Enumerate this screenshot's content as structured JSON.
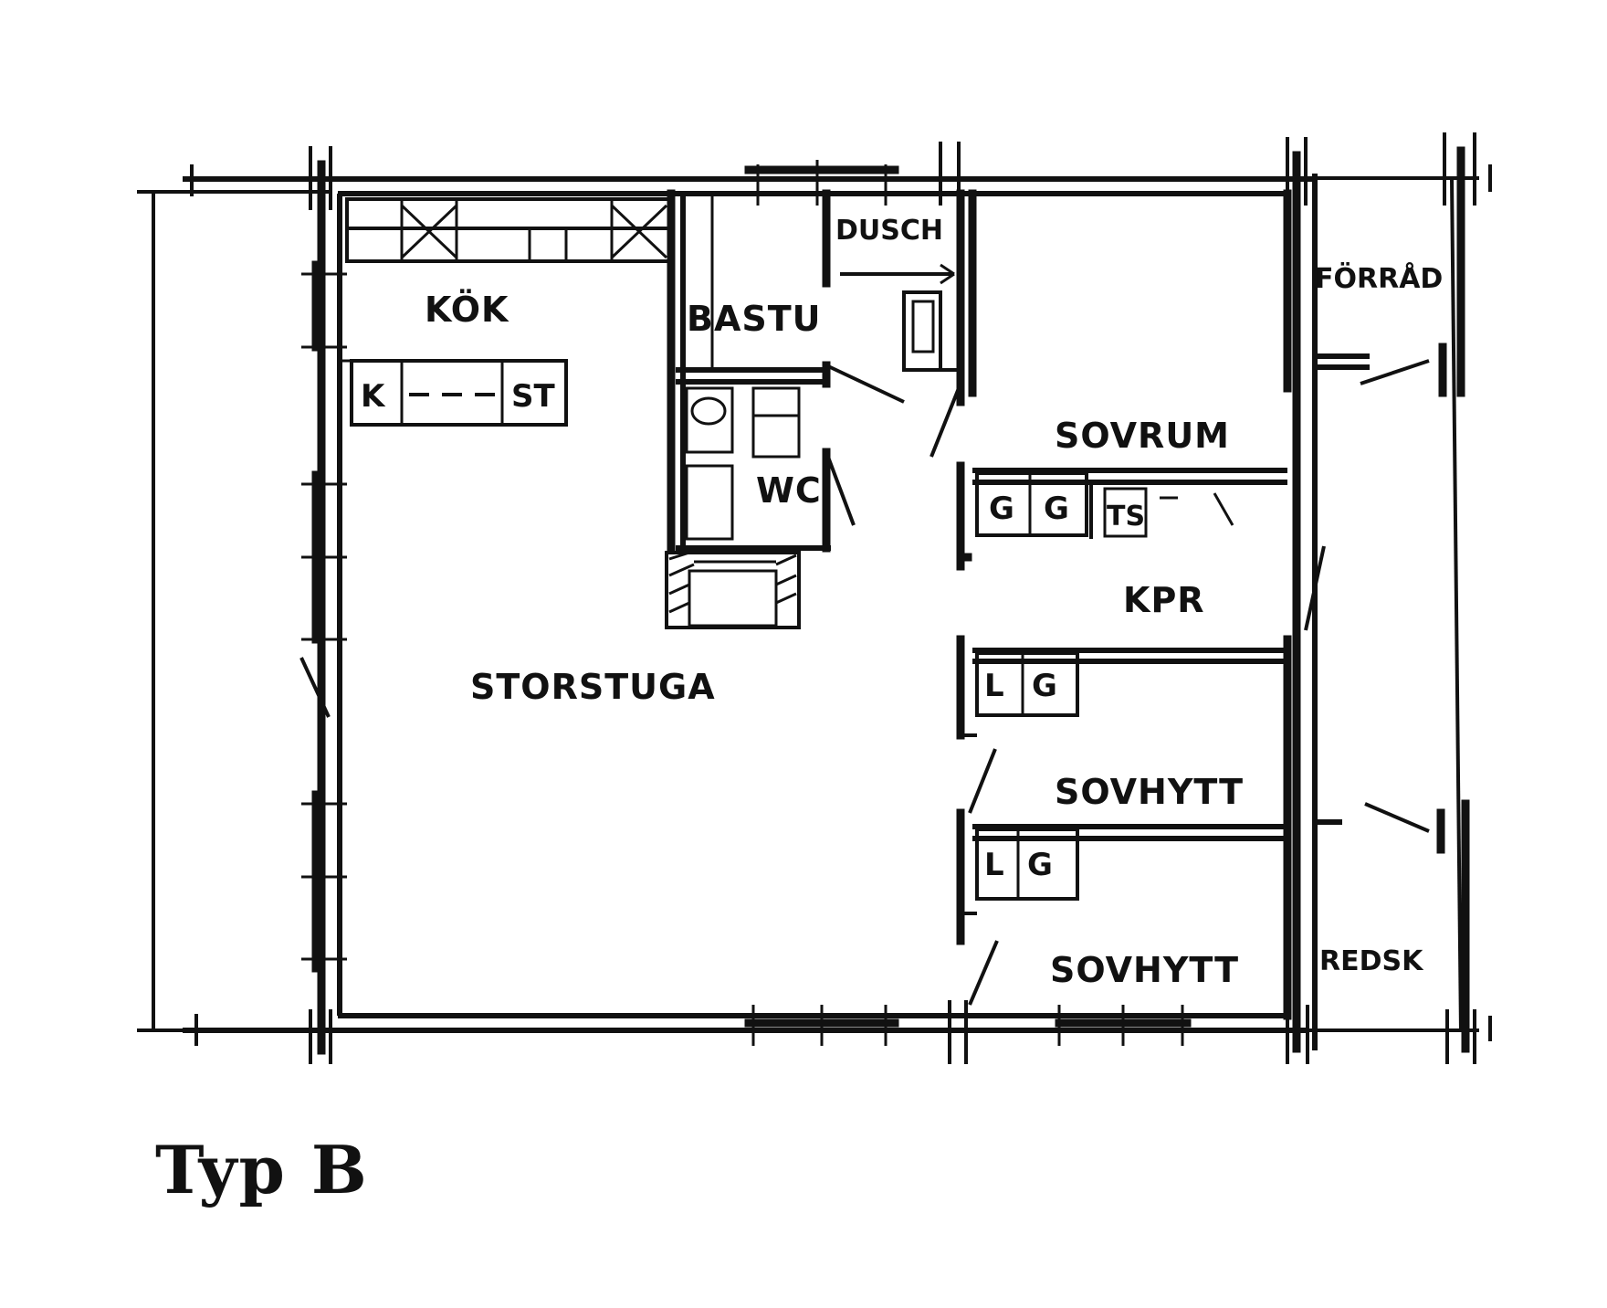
{
  "caption": "Typ B",
  "rooms": {
    "kok": "KÖK",
    "bastu": "BASTU",
    "dusch": "DUSCH",
    "forrad": "FÖRRÅD",
    "sovrum": "SOVRUM",
    "kpr": "KPR",
    "wc": "WC",
    "storstuga": "STORSTUGA",
    "sovhytt_1": "SOVHYTT",
    "sovhytt_2": "SOVHYTT",
    "redsk": "REDSK"
  },
  "fixtures": {
    "k": "K",
    "st": "ST",
    "g1": "G",
    "g2": "G",
    "ts": "TS",
    "l1": "L",
    "g3": "G",
    "l2": "L",
    "g4": "G"
  }
}
